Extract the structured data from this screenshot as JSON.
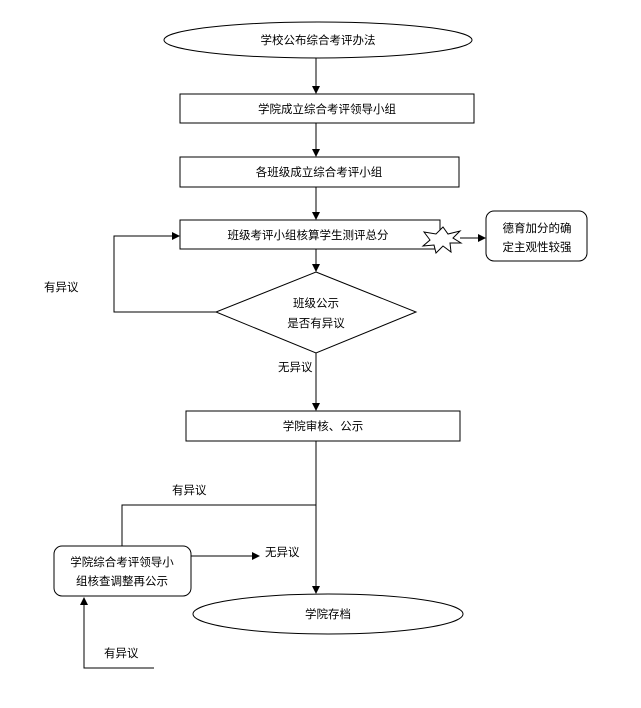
{
  "nodes": {
    "start": "学校公布综合考评办法",
    "college_group": "学院成立综合考评领导小组",
    "class_group": "各班级成立综合考评小组",
    "calculate": "班级考评小组核算学生测评总分",
    "moral_note_line1": "德育加分的确",
    "moral_note_line2": "定主观性较强",
    "class_publicity_line1": "班级公示",
    "class_publicity_line2": "是否有异议",
    "college_review": "学院审核、公示",
    "leader_recheck_line1": "学院综合考评领导小",
    "leader_recheck_line2": "组核查调整再公示",
    "archive": "学院存档"
  },
  "labels": {
    "objection_left": "有异议",
    "no_objection": "无异议",
    "objection_mid": "有异议",
    "no_objection_right": "无异议",
    "objection_bottom": "有异议"
  }
}
